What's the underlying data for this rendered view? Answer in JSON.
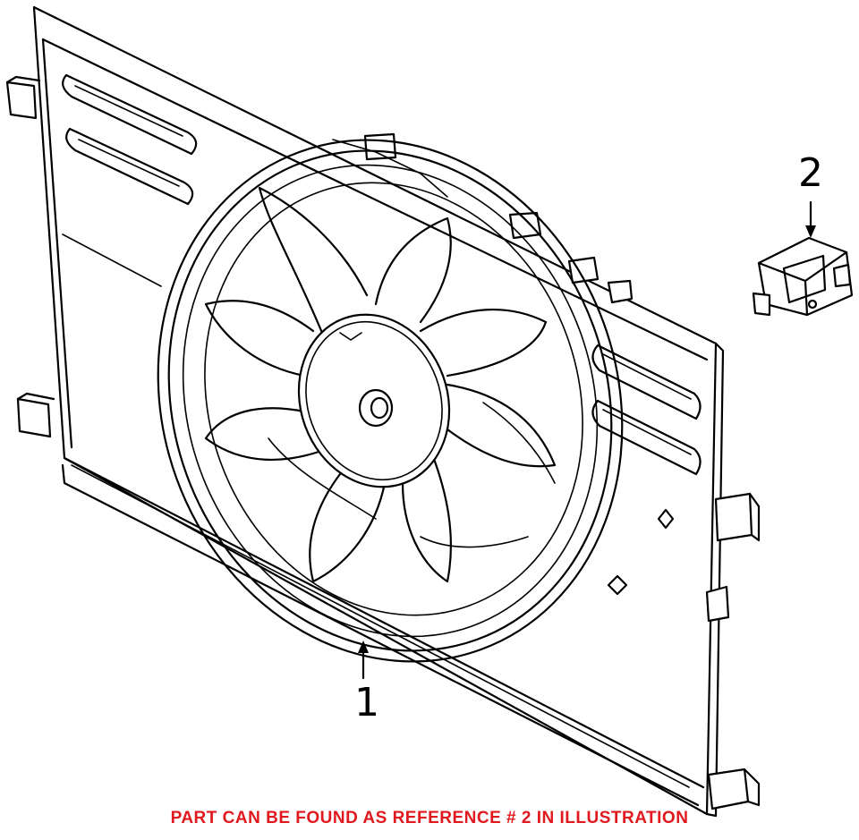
{
  "callouts": {
    "part_1": "1",
    "part_2": "2"
  },
  "note": "PART CAN BE FOUND AS REFERENCE # 2 IN ILLUSTRATION",
  "colors": {
    "line": "#000000",
    "note": "#e0191e",
    "background": "#ffffff"
  }
}
